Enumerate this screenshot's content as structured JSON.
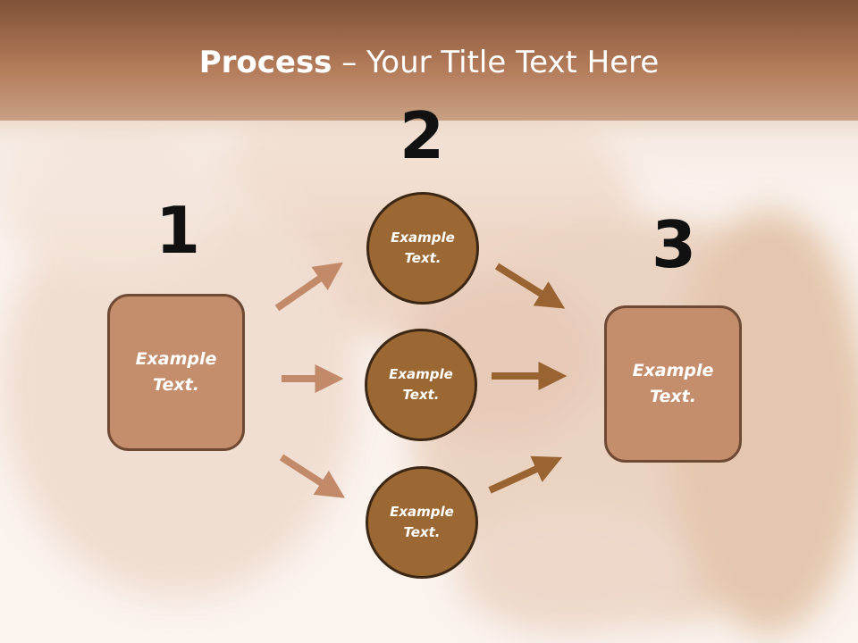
{
  "title": {
    "bold": "Process",
    "rest": " – Your Title Text Here"
  },
  "steps": [
    {
      "number": "1",
      "text": "Example\nText."
    },
    {
      "number": "2",
      "text": "Example\nText."
    },
    {
      "number": "3",
      "text": "Example\nText."
    }
  ],
  "circles": [
    {
      "text": "Example\nText."
    },
    {
      "text": "Example\nText."
    },
    {
      "text": "Example\nText."
    }
  ],
  "colors": {
    "header": "#8b5a3c",
    "box_fill": "#c48e6d",
    "circle_fill": "#9b6733",
    "arrow_light": "#c28a68",
    "arrow_dark": "#9a6432"
  }
}
